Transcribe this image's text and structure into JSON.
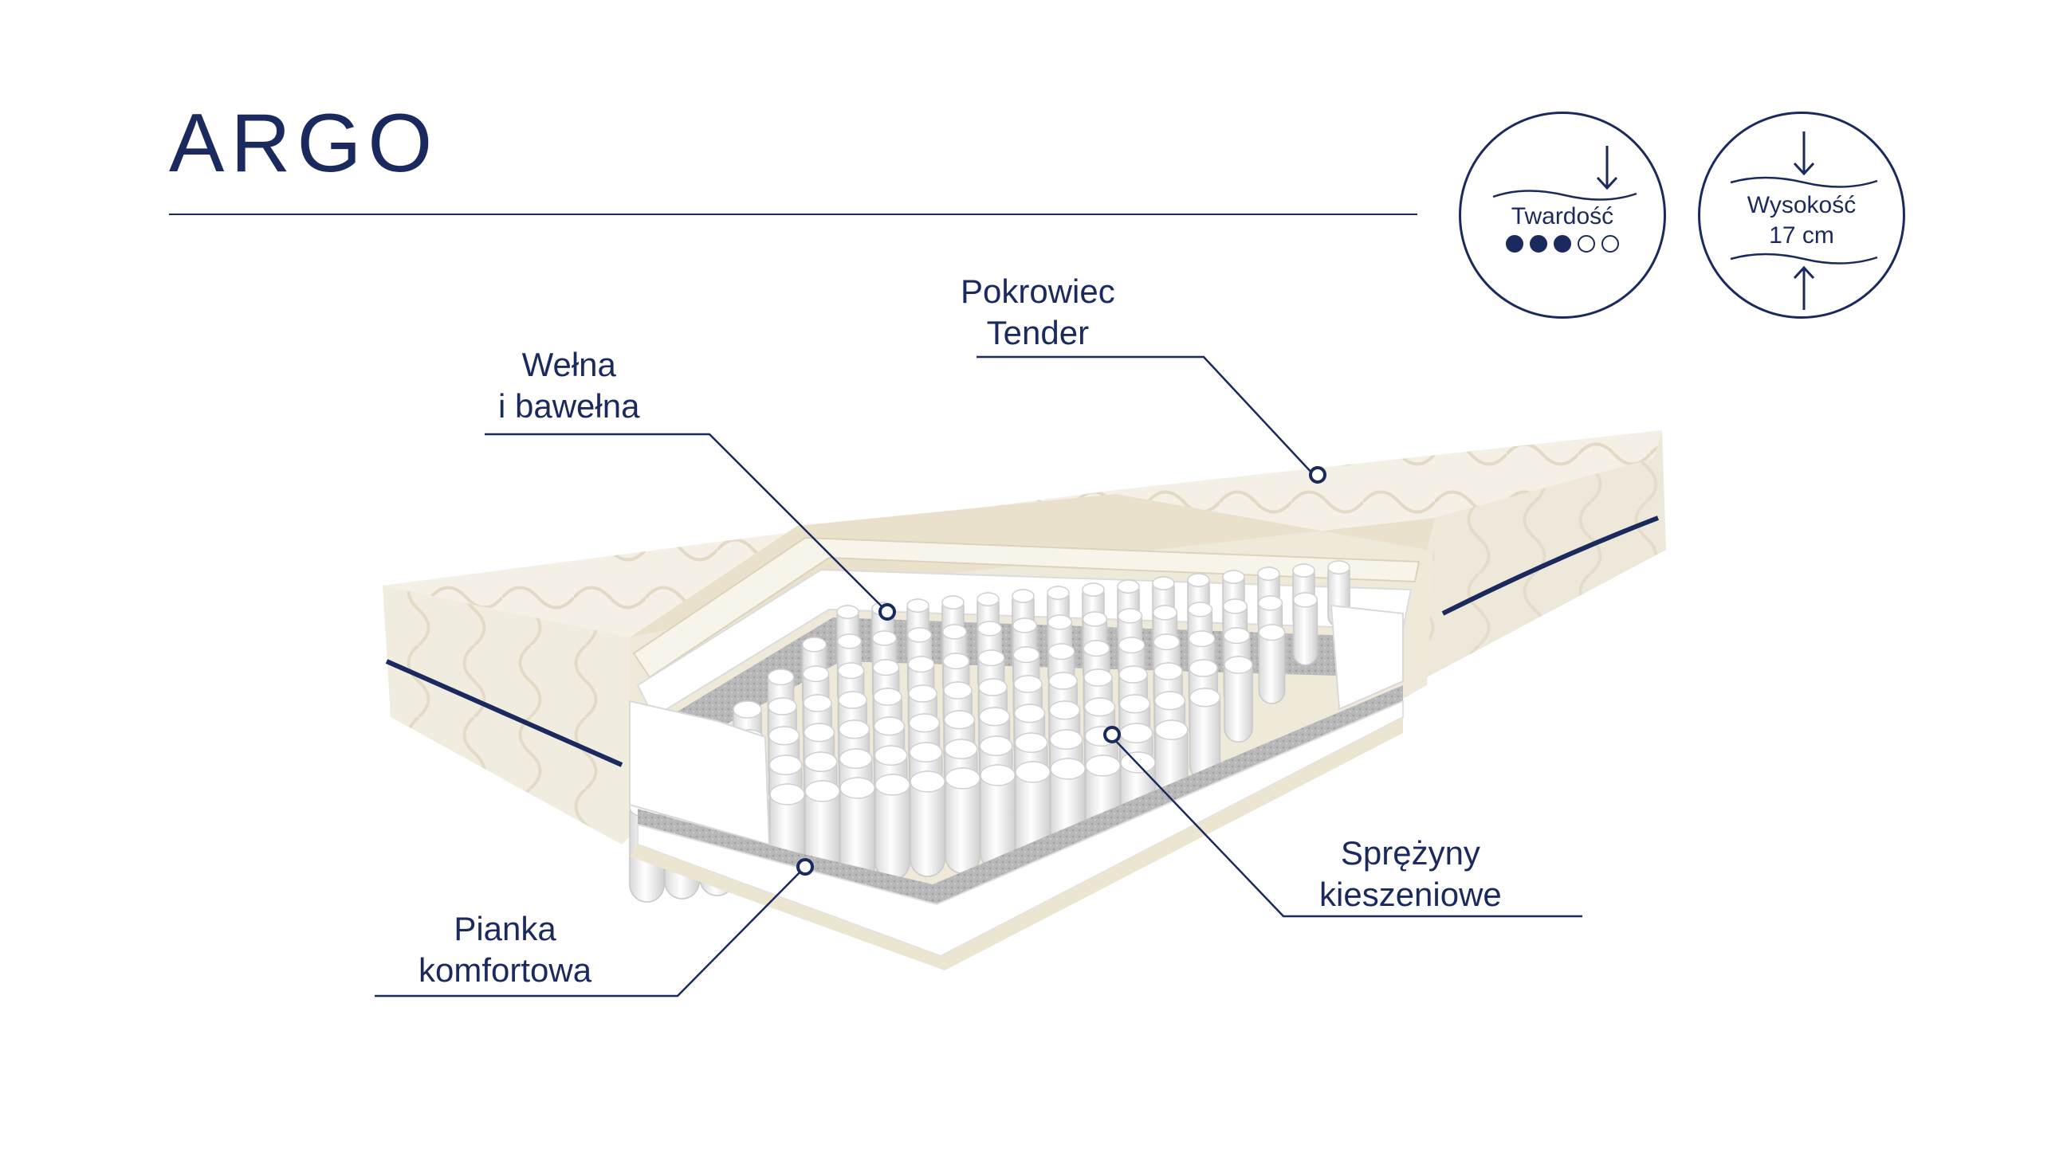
{
  "title": "ARGO",
  "badges": {
    "firmness": {
      "label": "Twardość",
      "level": 3,
      "max": 5
    },
    "height": {
      "label": "Wysokość",
      "value": "17 cm"
    }
  },
  "layers": {
    "cover": {
      "line1": "Pokrowiec",
      "line2": "Tender"
    },
    "wool": {
      "line1": "Wełna",
      "line2": "i bawełna"
    },
    "springs": {
      "line1": "Sprężyny",
      "line2": "kieszeniowe"
    },
    "foam": {
      "line1": "Pianka",
      "line2": "komfortowa"
    }
  },
  "colors": {
    "navy": "#1b2a5e",
    "fabric": "#f4f0e6",
    "fabric_shadow": "#e6dfcd",
    "foam": "#ffffff",
    "felt": "#b9b9b9"
  }
}
